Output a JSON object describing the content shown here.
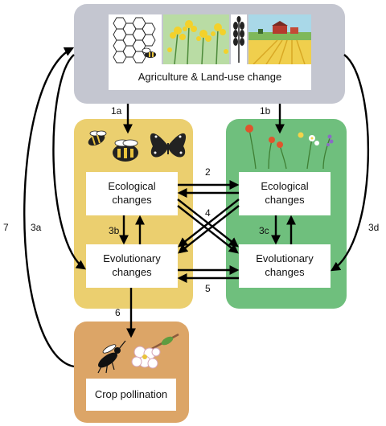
{
  "top": {
    "title": "Agriculture & Land-use change"
  },
  "left": {
    "ecological": "Ecological changes",
    "evolutionary": "Evolutionary changes"
  },
  "right": {
    "ecological": "Ecological changes",
    "evolutionary": "Evolutionary changes"
  },
  "bottom": {
    "title": "Crop pollination"
  },
  "arrows": {
    "a1a": "1a",
    "a1b": "1b",
    "a2": "2",
    "a3a": "3a",
    "a3b": "3b",
    "a3c": "3c",
    "a3d": "3d",
    "a4": "4",
    "a5": "5",
    "a6": "6",
    "a7": "7"
  },
  "colors": {
    "top_box": "#c4c6d0",
    "left_box": "#ebcf6f",
    "right_box": "#6fbf7d",
    "bottom_box": "#dca567",
    "arrow": "#000000"
  },
  "icons": [
    "honeycomb-bee-icon",
    "canola-flowers-icon",
    "wheat-icon",
    "farmland-icon",
    "bee-icon",
    "bumblebee-icon",
    "butterfly-icon",
    "wildflowers-icon",
    "wasp-icon",
    "apple-blossom-icon"
  ]
}
